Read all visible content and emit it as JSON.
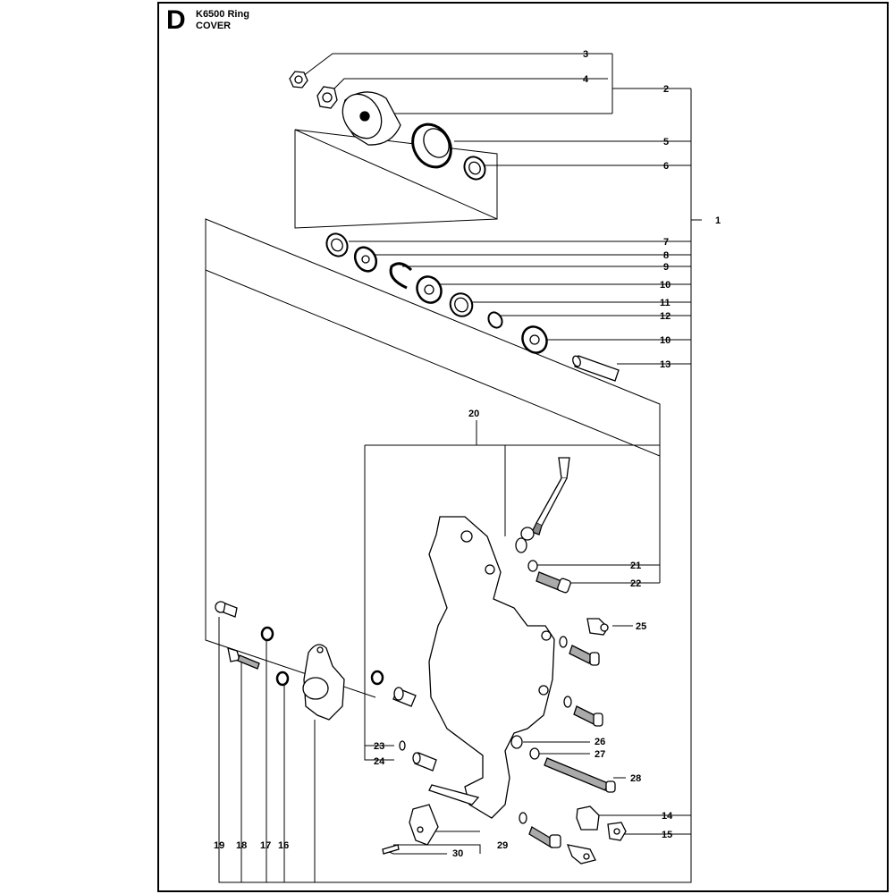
{
  "header": {
    "letter": "D",
    "model": "K6500 Ring",
    "section": "COVER"
  },
  "callouts": [
    {
      "id": "c3",
      "label": "3"
    },
    {
      "id": "c4",
      "label": "4"
    },
    {
      "id": "c2",
      "label": "2"
    },
    {
      "id": "c5",
      "label": "5"
    },
    {
      "id": "c6",
      "label": "6"
    },
    {
      "id": "c1",
      "label": "1"
    },
    {
      "id": "c7",
      "label": "7"
    },
    {
      "id": "c8",
      "label": "8"
    },
    {
      "id": "c9",
      "label": "9"
    },
    {
      "id": "c10a",
      "label": "10"
    },
    {
      "id": "c11",
      "label": "11"
    },
    {
      "id": "c12",
      "label": "12"
    },
    {
      "id": "c10b",
      "label": "10"
    },
    {
      "id": "c13",
      "label": "13"
    },
    {
      "id": "c20",
      "label": "20"
    },
    {
      "id": "c21",
      "label": "21"
    },
    {
      "id": "c22",
      "label": "22"
    },
    {
      "id": "c25",
      "label": "25"
    },
    {
      "id": "c23",
      "label": "23"
    },
    {
      "id": "c24",
      "label": "24"
    },
    {
      "id": "c26",
      "label": "26"
    },
    {
      "id": "c27",
      "label": "27"
    },
    {
      "id": "c28",
      "label": "28"
    },
    {
      "id": "c14",
      "label": "14"
    },
    {
      "id": "c15",
      "label": "15"
    },
    {
      "id": "c29",
      "label": "29"
    },
    {
      "id": "c30",
      "label": "30"
    },
    {
      "id": "c19",
      "label": "19"
    },
    {
      "id": "c18",
      "label": "18"
    },
    {
      "id": "c17",
      "label": "17"
    },
    {
      "id": "c16",
      "label": "16"
    }
  ]
}
